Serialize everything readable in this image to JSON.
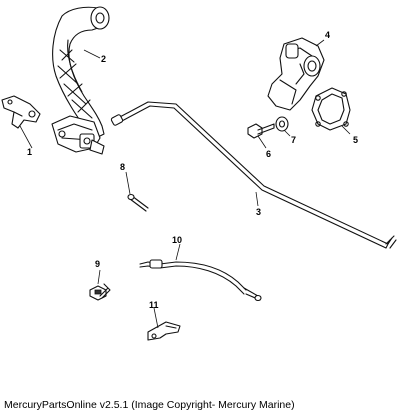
{
  "callouts": [
    {
      "id": "1",
      "label": "1"
    },
    {
      "id": "2",
      "label": "2"
    },
    {
      "id": "3",
      "label": "3"
    },
    {
      "id": "4",
      "label": "4"
    },
    {
      "id": "5",
      "label": "5"
    },
    {
      "id": "6",
      "label": "6"
    },
    {
      "id": "7",
      "label": "7"
    },
    {
      "id": "8",
      "label": "8"
    },
    {
      "id": "9",
      "label": "9"
    },
    {
      "id": "10",
      "label": "10"
    },
    {
      "id": "11",
      "label": "11"
    }
  ],
  "caption": "MercuryPartsOnline v2.5.1 (Image Copyright- Mercury Marine)"
}
